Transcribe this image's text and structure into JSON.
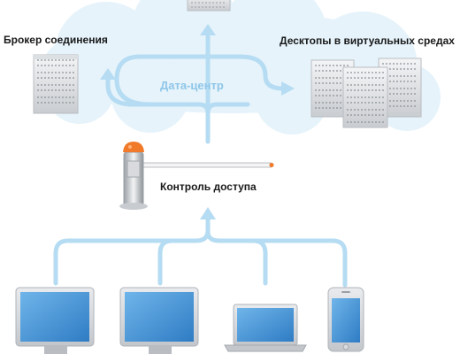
{
  "labels": {
    "connection_broker": "Брокер соединения",
    "virtual_desktops": "Десктопы в виртуальных средах",
    "datacenter": "Дата-центр",
    "access_control": "Контроль доступа"
  },
  "colors": {
    "cloud": "#e6f3fb",
    "arrow": "#b5dcf2",
    "barrier_orange": "#f07a2a",
    "screen_blue": "#3f8fd6",
    "device_frame": "#d9dde2"
  }
}
